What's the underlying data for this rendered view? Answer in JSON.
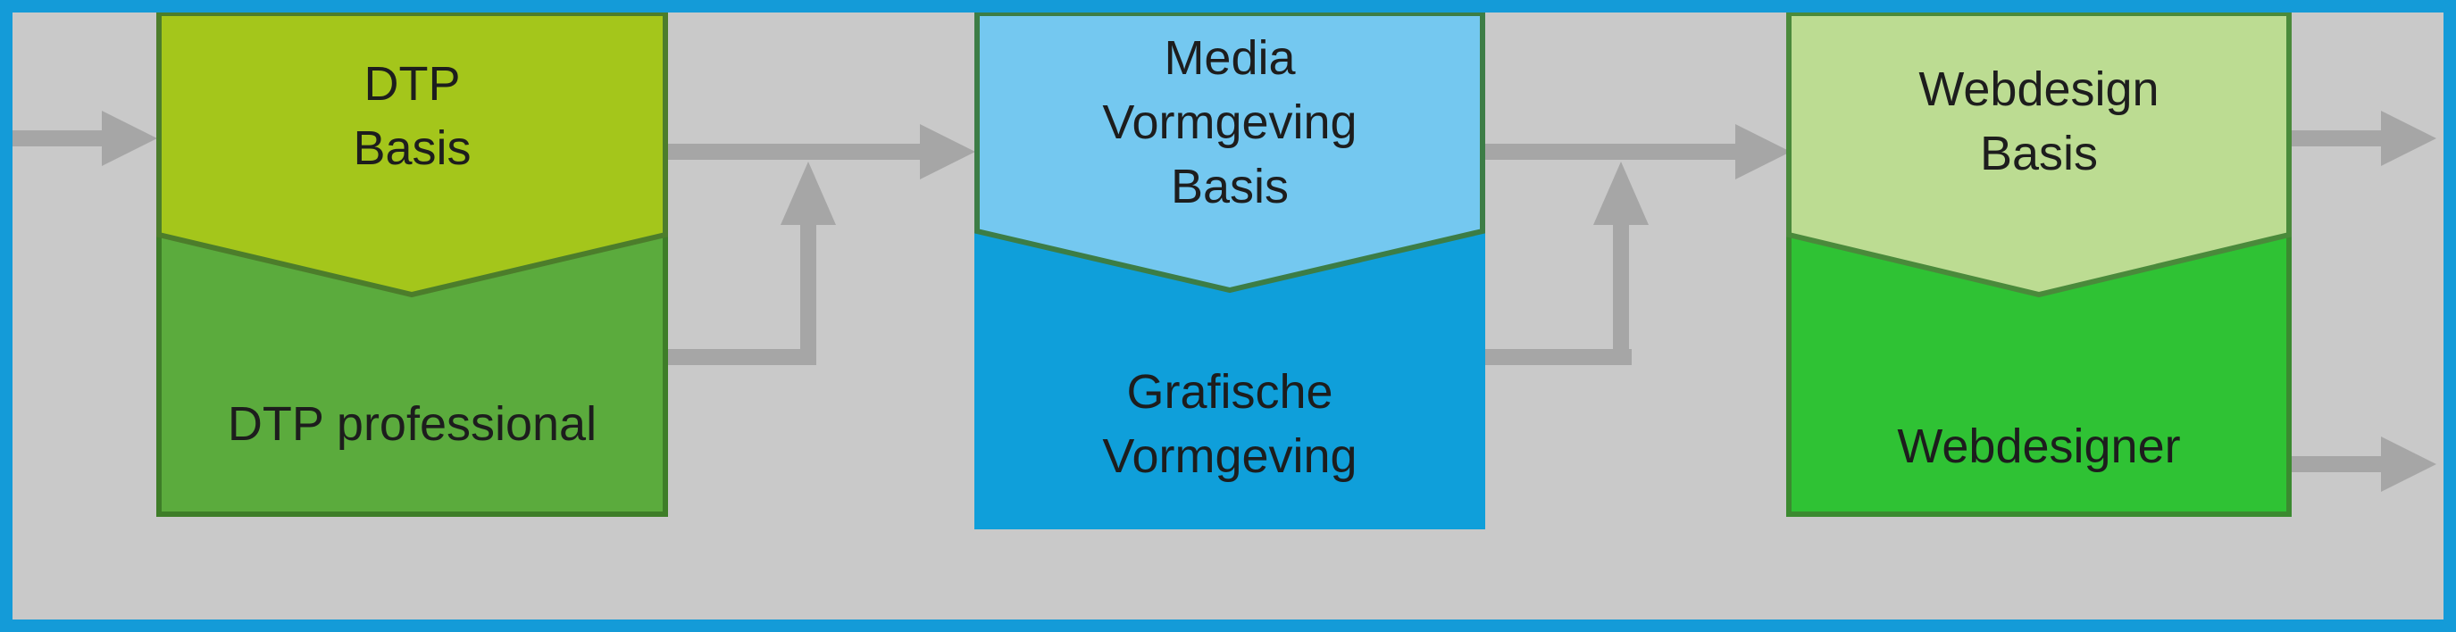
{
  "colors": {
    "frame": "#149bd8",
    "background": "#c9c9c9",
    "arrow": "#a6a6a6",
    "text": "#1d1d1d"
  },
  "blocks": [
    {
      "top": {
        "label": "DTP\nBasis",
        "fill": "#a4c61b",
        "stroke": "#4c7d2b"
      },
      "bottom": {
        "label": "DTP professional",
        "fill": "#5bab3d",
        "stroke": "#3e7d28"
      }
    },
    {
      "top": {
        "label": "Media\nVormgeving\nBasis",
        "fill": "#74c8f0",
        "stroke": "#3c7d46"
      },
      "bottom": {
        "label": "Grafische\nVormgeving",
        "fill": "#0f9fda",
        "stroke": "#0f9fda"
      }
    },
    {
      "top": {
        "label": "Webdesign\nBasis",
        "fill": "#bcdc92",
        "stroke": "#4a8a3b"
      },
      "bottom": {
        "label": "Webdesigner",
        "fill": "#2fc234",
        "stroke": "#3b8a30"
      }
    }
  ]
}
